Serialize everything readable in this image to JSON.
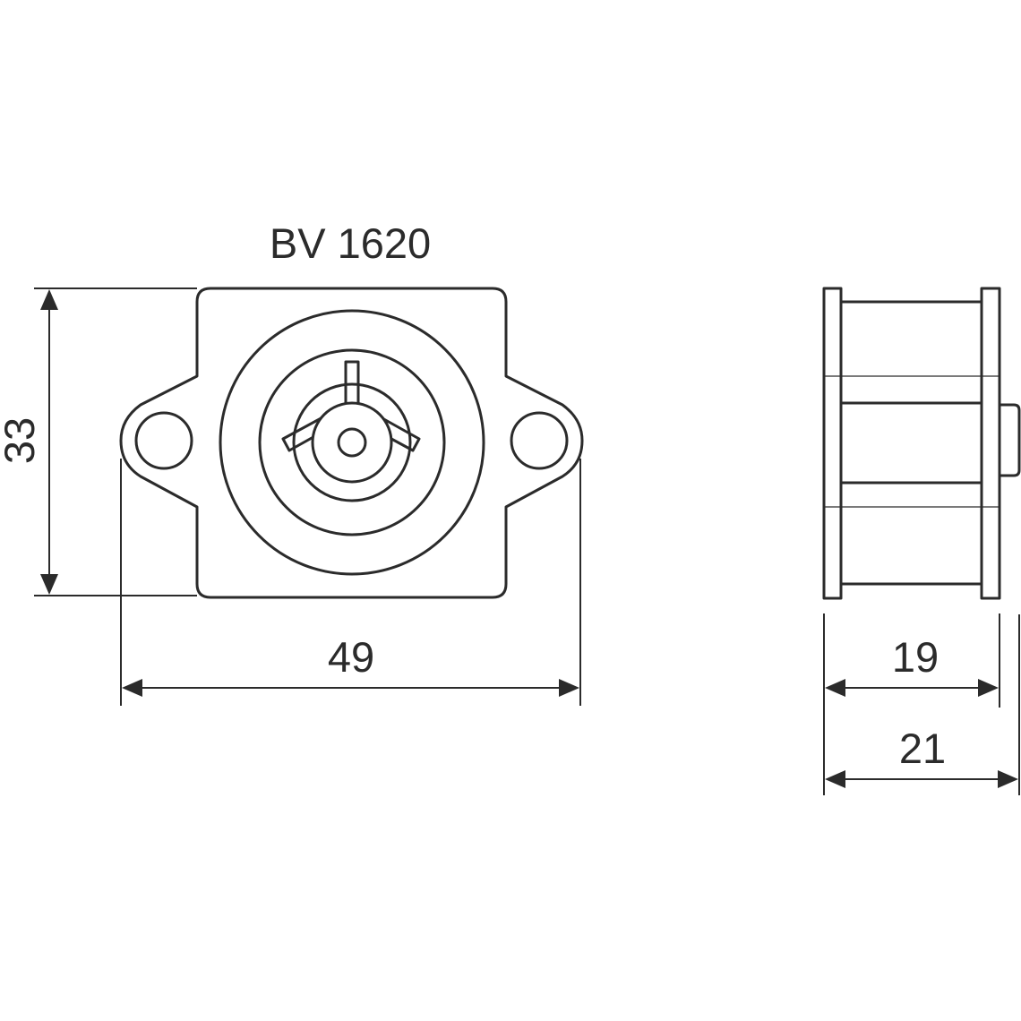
{
  "model": "BV 1620",
  "dimensions": {
    "height": "33",
    "width": "49",
    "depth_inner": "19",
    "depth_total": "21"
  },
  "colors": {
    "line": "#2b2b2b",
    "background": "#ffffff"
  }
}
